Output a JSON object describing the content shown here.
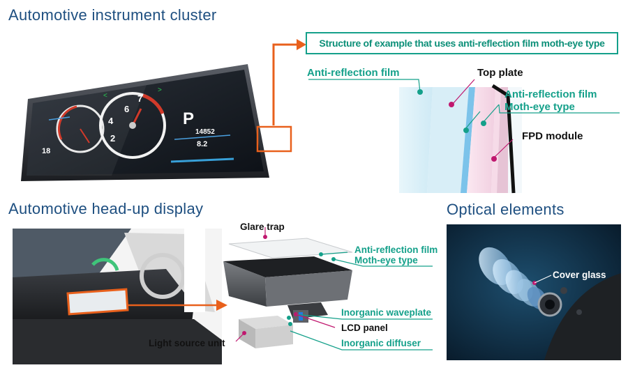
{
  "headings": {
    "cluster": "Automotive instrument cluster",
    "hud": "Automotive head-up display",
    "optical": "Optical elements"
  },
  "structure": {
    "title": "Structure of example that uses anti-reflection film moth-eye type",
    "labels": {
      "anti_reflection_film": "Anti-reflection film",
      "top_plate": "Top plate",
      "ar_moth_eye_line1": "Anti-reflection film",
      "ar_moth_eye_line2": "Moth-eye type",
      "fpd_module": "FPD module"
    }
  },
  "hud": {
    "labels": {
      "glare_trap": "Glare trap",
      "ar_line1": "Anti-reflection film",
      "ar_line2": "Moth-eye type",
      "inorganic_waveplate": "Inorganic waveplate",
      "lcd_panel": "LCD panel",
      "inorganic_diffuser": "Inorganic diffuser",
      "light_source_unit": "Light source unit"
    }
  },
  "optical": {
    "cover_glass": "Cover glass"
  },
  "cluster_screen": {
    "gear": "P",
    "speed_left": "18",
    "odometer": "14852",
    "trip": "8.2"
  },
  "colors": {
    "heading": "#1e4f80",
    "accent_teal": "#14a08a",
    "arrow_orange": "#e8601c",
    "pink_dot": "#c0186f"
  }
}
